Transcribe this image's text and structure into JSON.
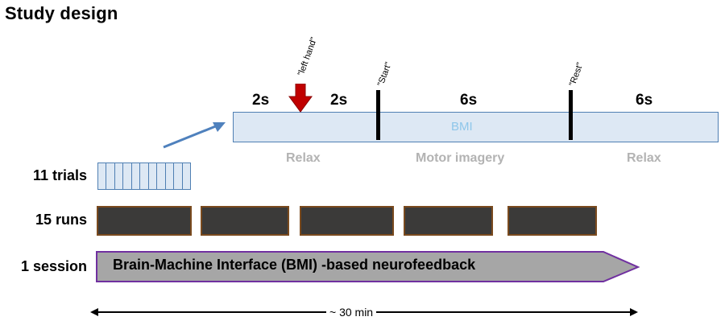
{
  "title": "Study design",
  "trial": {
    "bar_label": "BMI",
    "durations": [
      "2s",
      "2s",
      "6s",
      "6s"
    ],
    "phases": [
      "Relax",
      "Motor imagery",
      "Relax"
    ],
    "cues": [
      "\"left hand\"",
      "\"Start\"",
      "\"Rest\""
    ]
  },
  "rows": {
    "trials_label": "11 trials",
    "runs_label": "15 runs",
    "session_label": "1 session"
  },
  "trial_cells": 11,
  "run_blocks": 5,
  "session_text": "Brain-Machine Interface (BMI) -based neurofeedback",
  "total_time": "~ 30 min",
  "colors": {
    "bmi_fill": "#dde8f4",
    "bmi_border": "#4f7fb3",
    "bmi_text": "#8ec6ea",
    "cue_arrow": "#c00000",
    "run_fill": "#3b3a39",
    "run_border": "#7a4a1e",
    "session_fill": "#a6a6a6",
    "session_border": "#7030a0",
    "phase_text": "#b3b3b3",
    "pointer_arrow": "#4f81bd"
  }
}
